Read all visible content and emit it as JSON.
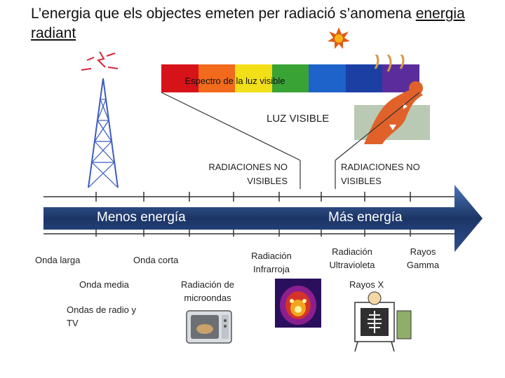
{
  "title": {
    "text_prefix": "L’energia que els objectes emeten per radiació s’anomena ",
    "text_underlined_1": "energia",
    "text_underlined_2": "radiant"
  },
  "spectrum": {
    "label": "Espectro de la luz visible",
    "colors": [
      "#d7131a",
      "#f26a1b",
      "#f7e61a",
      "#3aa335",
      "#1d63c9",
      "#1b3fa3",
      "#5b2d9c"
    ]
  },
  "labels": {
    "luz_visible": "LUZ VISIBLE",
    "no_visibles_left": [
      "RADIACIONES NO",
      "VISIBLES"
    ],
    "no_visibles_right": [
      "RADIACIONES NO",
      "VISIBLES"
    ],
    "menos_energia": "Menos energía",
    "mas_energia": "Más energía"
  },
  "bands": {
    "onda_larga": "Onda larga",
    "onda_corta": "Onda corta",
    "onda_media": "Onda media",
    "radio_tv": [
      "Ondas de radio y",
      "TV"
    ],
    "microondas": [
      "Radiación de",
      "microondas"
    ],
    "infrarroja": [
      "Radiación",
      "Infrarroja"
    ],
    "ultravioleta": [
      "Radiación",
      "Ultravioleta"
    ],
    "rayos_x": "Rayos X",
    "rayos_gamma": [
      "Rayos",
      "Gamma"
    ]
  },
  "colors": {
    "arrow_dark": "#1c3566",
    "arrow_light": "#4a74b8",
    "sun": "#e35a14"
  }
}
